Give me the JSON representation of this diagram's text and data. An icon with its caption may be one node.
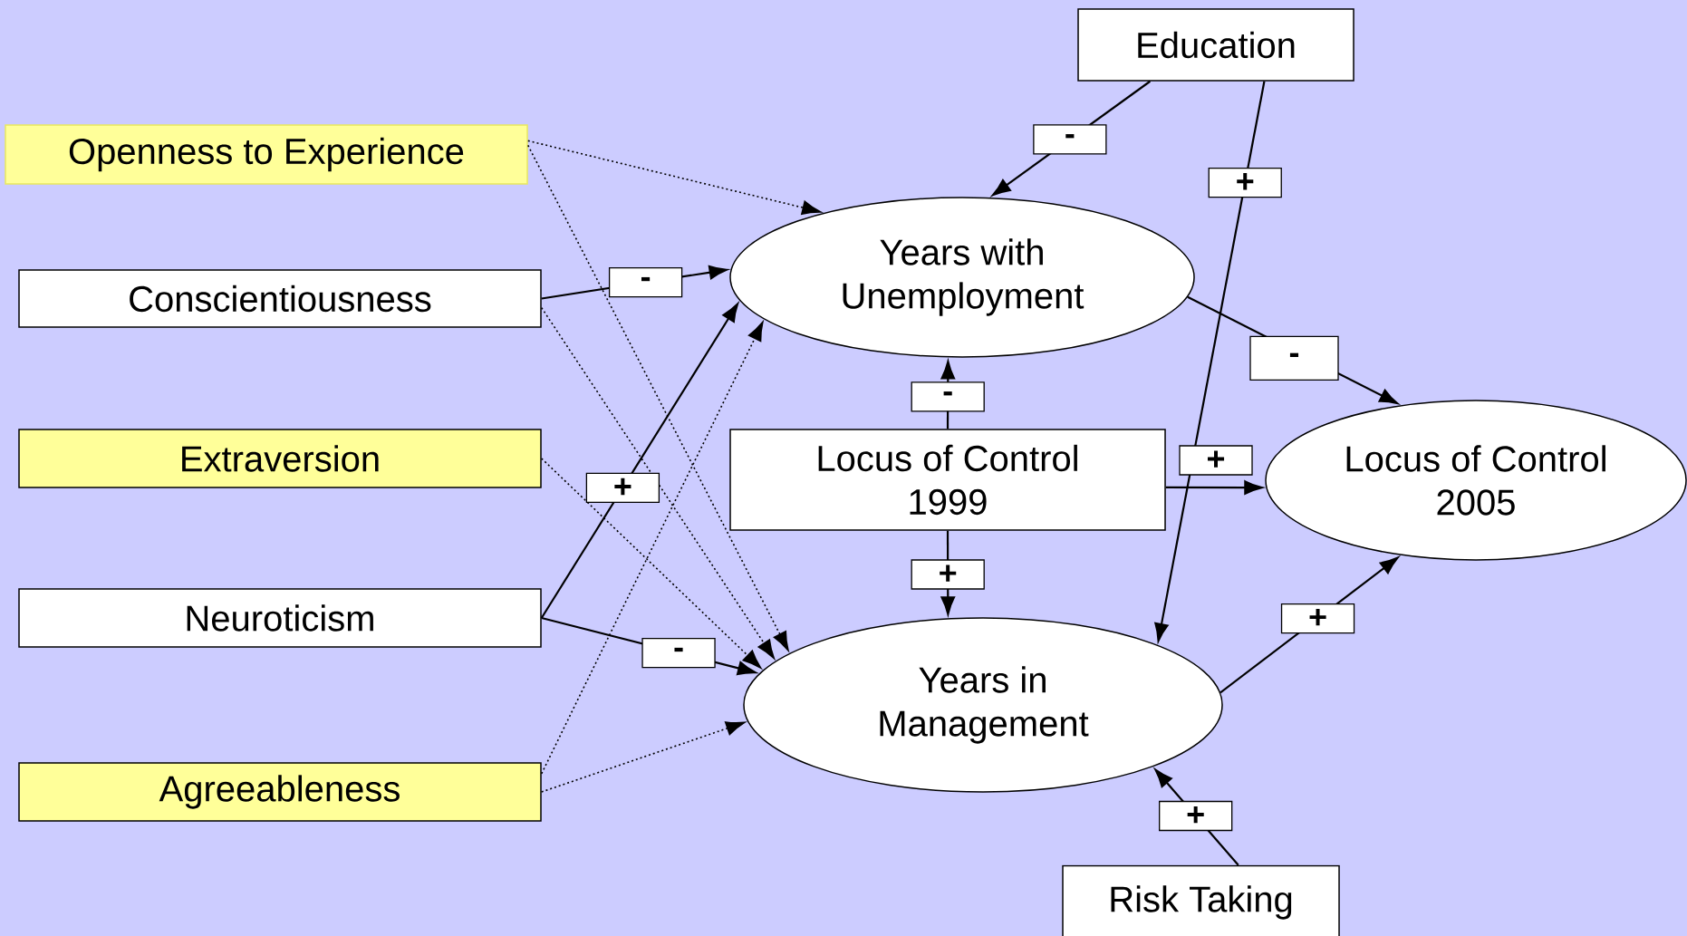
{
  "diagram": {
    "nodes": [
      {
        "text": [
          "Education"
        ]
      },
      {
        "text": [
          "Openness to Experience"
        ]
      },
      {
        "text": [
          "Conscientiousness"
        ]
      },
      {
        "text": [
          "Years with Unemployment"
        ]
      },
      {
        "text": [
          "Extraversion"
        ]
      },
      {
        "text": [
          "Locus of Control 1999"
        ]
      },
      {
        "text": [
          "Locus of Control 2005"
        ]
      },
      {
        "text": [
          "Neuroticism"
        ]
      },
      {
        "text": [
          "Years in Management"
        ]
      },
      {
        "text": [
          "Agreeableness"
        ]
      },
      {
        "text": [
          "Risk Taking"
        ]
      }
    ],
    "edges": [
      {
        "from": 0,
        "to": 3,
        "arrow": "to",
        "label": "-"
      },
      {
        "from": 0,
        "to": 8,
        "arrow": "to",
        "label": "+"
      },
      {
        "from": 3,
        "to": 6,
        "arrow": "to",
        "label": "-"
      },
      {
        "from": 2,
        "to": 3,
        "arrow": "to",
        "label": "-"
      },
      {
        "from": 7,
        "to": 3,
        "arrow": "to",
        "label": "+"
      },
      {
        "from": 7,
        "to": 8,
        "arrow": "to",
        "label": "-"
      },
      {
        "from": 5,
        "to": 3,
        "arrow": "to",
        "label": "-"
      },
      {
        "from": 5,
        "to": 8,
        "arrow": "to",
        "label": "+"
      },
      {
        "from": 5,
        "to": 6,
        "arrow": "to",
        "label": "+"
      },
      {
        "from": 8,
        "to": 6,
        "arrow": "to",
        "label": "+"
      },
      {
        "from": 10,
        "to": 8,
        "arrow": "to",
        "label": "+"
      },
      {
        "from": 1,
        "to": 3,
        "arrow": "to",
        "style": "dashed"
      },
      {
        "from": 1,
        "to": 8,
        "arrow": "to",
        "style": "dashed"
      },
      {
        "from": 2,
        "to": 8,
        "arrow": "to",
        "style": "dashed"
      },
      {
        "from": 4,
        "to": 8,
        "arrow": "to",
        "style": "dashed"
      },
      {
        "from": 9,
        "to": 8,
        "arrow": "to",
        "style": "dashed"
      },
      {
        "from": 9,
        "to": 3,
        "arrow": "to",
        "style": "dashed"
      }
    ]
  }
}
